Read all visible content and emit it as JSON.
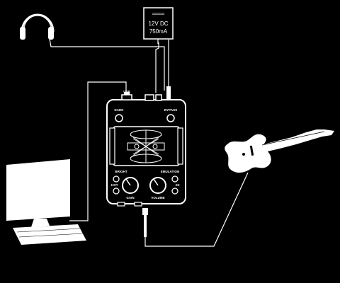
{
  "power_supply": {
    "dc_symbol": "═══",
    "voltage": "12V DC",
    "current": "750mA"
  },
  "device": {
    "usb_label": "USB",
    "dark_label": "DARK",
    "bypass_label": "BYPASS",
    "bright_label": "BRIGHT",
    "emulation_label": "EMULATION",
    "hot_label": "HOT",
    "e2_label": "E2",
    "gain_label": "GAIN",
    "volume_label": "VOLUME"
  },
  "icons": {
    "headphones": "headphones-icon",
    "monitor": "computer-monitor-icon",
    "guitar": "electric-guitar-icon"
  },
  "colors": {
    "background": "#000000",
    "foreground": "#ffffff"
  }
}
